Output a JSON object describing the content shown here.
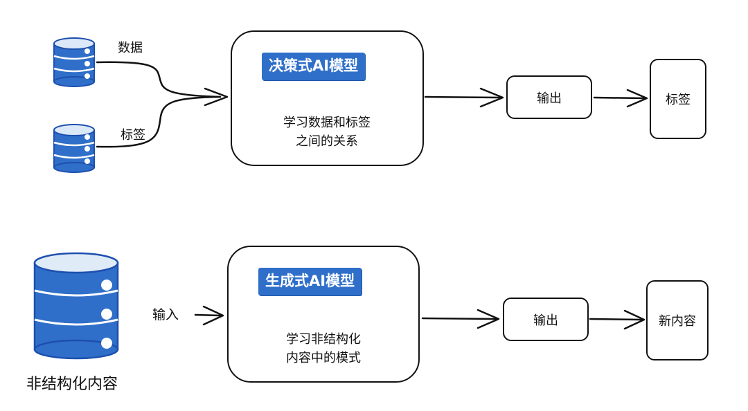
{
  "top_flow": {
    "source1_label": "数据",
    "source2_label": "标签",
    "model_title": "决策式AI模型",
    "model_desc_line1": "学习数据和标签",
    "model_desc_line2": "之间的关系",
    "output_label": "输出",
    "result_label": "标签"
  },
  "bottom_flow": {
    "source_caption": "非结构化内容",
    "input_label": "输入",
    "model_title": "生成式AI模型",
    "model_desc_line1": "学习非结构化",
    "model_desc_line2": "内容中的模式",
    "output_label": "输出",
    "result_label": "新内容"
  },
  "colors": {
    "database_fill": "#2f6fc9",
    "database_stroke": "#1d4fae",
    "badge_fill": "#2f6fc9",
    "stroke": "#111111"
  },
  "icons": [
    "database-icon",
    "arrow-icon"
  ]
}
